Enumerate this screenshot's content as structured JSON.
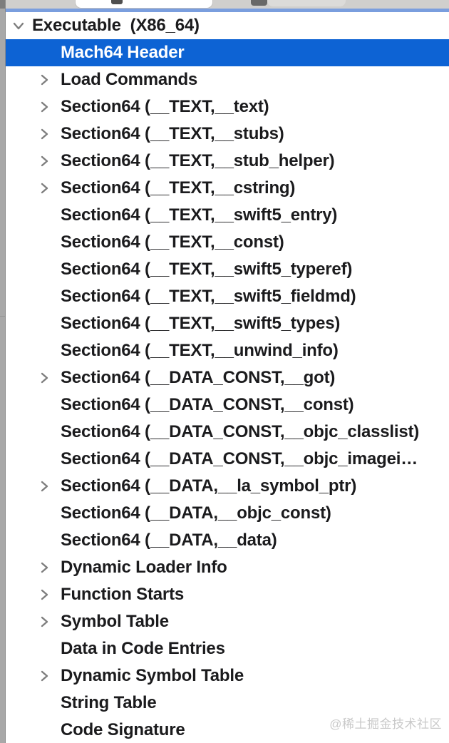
{
  "toolbar": {
    "segmented_control_icon": "toolbar-glyph",
    "button_icon": "toolbar-button-glyph"
  },
  "tree": {
    "rows": [
      {
        "label": "Executable  (X86_64)",
        "level": 0,
        "chevron": "down",
        "selected": false
      },
      {
        "label": "Mach64 Header",
        "level": 1,
        "chevron": "none",
        "selected": true
      },
      {
        "label": "Load Commands",
        "level": 1,
        "chevron": "right",
        "selected": false
      },
      {
        "label": "Section64 (__TEXT,__text)",
        "level": 1,
        "chevron": "right",
        "selected": false
      },
      {
        "label": "Section64 (__TEXT,__stubs)",
        "level": 1,
        "chevron": "right",
        "selected": false
      },
      {
        "label": "Section64 (__TEXT,__stub_helper)",
        "level": 1,
        "chevron": "right",
        "selected": false
      },
      {
        "label": "Section64 (__TEXT,__cstring)",
        "level": 1,
        "chevron": "right",
        "selected": false
      },
      {
        "label": "Section64 (__TEXT,__swift5_entry)",
        "level": 1,
        "chevron": "none",
        "selected": false
      },
      {
        "label": "Section64 (__TEXT,__const)",
        "level": 1,
        "chevron": "none",
        "selected": false
      },
      {
        "label": "Section64 (__TEXT,__swift5_typeref)",
        "level": 1,
        "chevron": "none",
        "selected": false
      },
      {
        "label": "Section64 (__TEXT,__swift5_fieldmd)",
        "level": 1,
        "chevron": "none",
        "selected": false
      },
      {
        "label": "Section64 (__TEXT,__swift5_types)",
        "level": 1,
        "chevron": "none",
        "selected": false
      },
      {
        "label": "Section64 (__TEXT,__unwind_info)",
        "level": 1,
        "chevron": "none",
        "selected": false
      },
      {
        "label": "Section64 (__DATA_CONST,__got)",
        "level": 1,
        "chevron": "right",
        "selected": false
      },
      {
        "label": "Section64 (__DATA_CONST,__const)",
        "level": 1,
        "chevron": "none",
        "selected": false
      },
      {
        "label": "Section64 (__DATA_CONST,__objc_classlist)",
        "level": 1,
        "chevron": "none",
        "selected": false
      },
      {
        "label": "Section64 (__DATA_CONST,__objc_imagei…",
        "level": 1,
        "chevron": "none",
        "selected": false
      },
      {
        "label": "Section64 (__DATA,__la_symbol_ptr)",
        "level": 1,
        "chevron": "right",
        "selected": false
      },
      {
        "label": "Section64 (__DATA,__objc_const)",
        "level": 1,
        "chevron": "none",
        "selected": false
      },
      {
        "label": "Section64 (__DATA,__data)",
        "level": 1,
        "chevron": "none",
        "selected": false
      },
      {
        "label": "Dynamic Loader Info",
        "level": 1,
        "chevron": "right",
        "selected": false
      },
      {
        "label": "Function Starts",
        "level": 1,
        "chevron": "right",
        "selected": false
      },
      {
        "label": "Symbol Table",
        "level": 1,
        "chevron": "right",
        "selected": false
      },
      {
        "label": "Data in Code Entries",
        "level": 1,
        "chevron": "none",
        "selected": false
      },
      {
        "label": "Dynamic Symbol Table",
        "level": 1,
        "chevron": "right",
        "selected": false
      },
      {
        "label": "String Table",
        "level": 1,
        "chevron": "none",
        "selected": false
      },
      {
        "label": "Code Signature",
        "level": 1,
        "chevron": "none",
        "selected": false
      }
    ]
  },
  "watermark": {
    "text": "@稀土掘金技术社区"
  },
  "colors": {
    "selection": "#0d63d4",
    "focus_line": "#7a9ede",
    "toolbar_bg": "#d0cfcd",
    "row_text": "#1b1b1d",
    "selected_text": "#ffffff",
    "chevron": "#7e7e7e",
    "watermark": "#c9c9c9",
    "window_edge": "#a8a8a8"
  }
}
